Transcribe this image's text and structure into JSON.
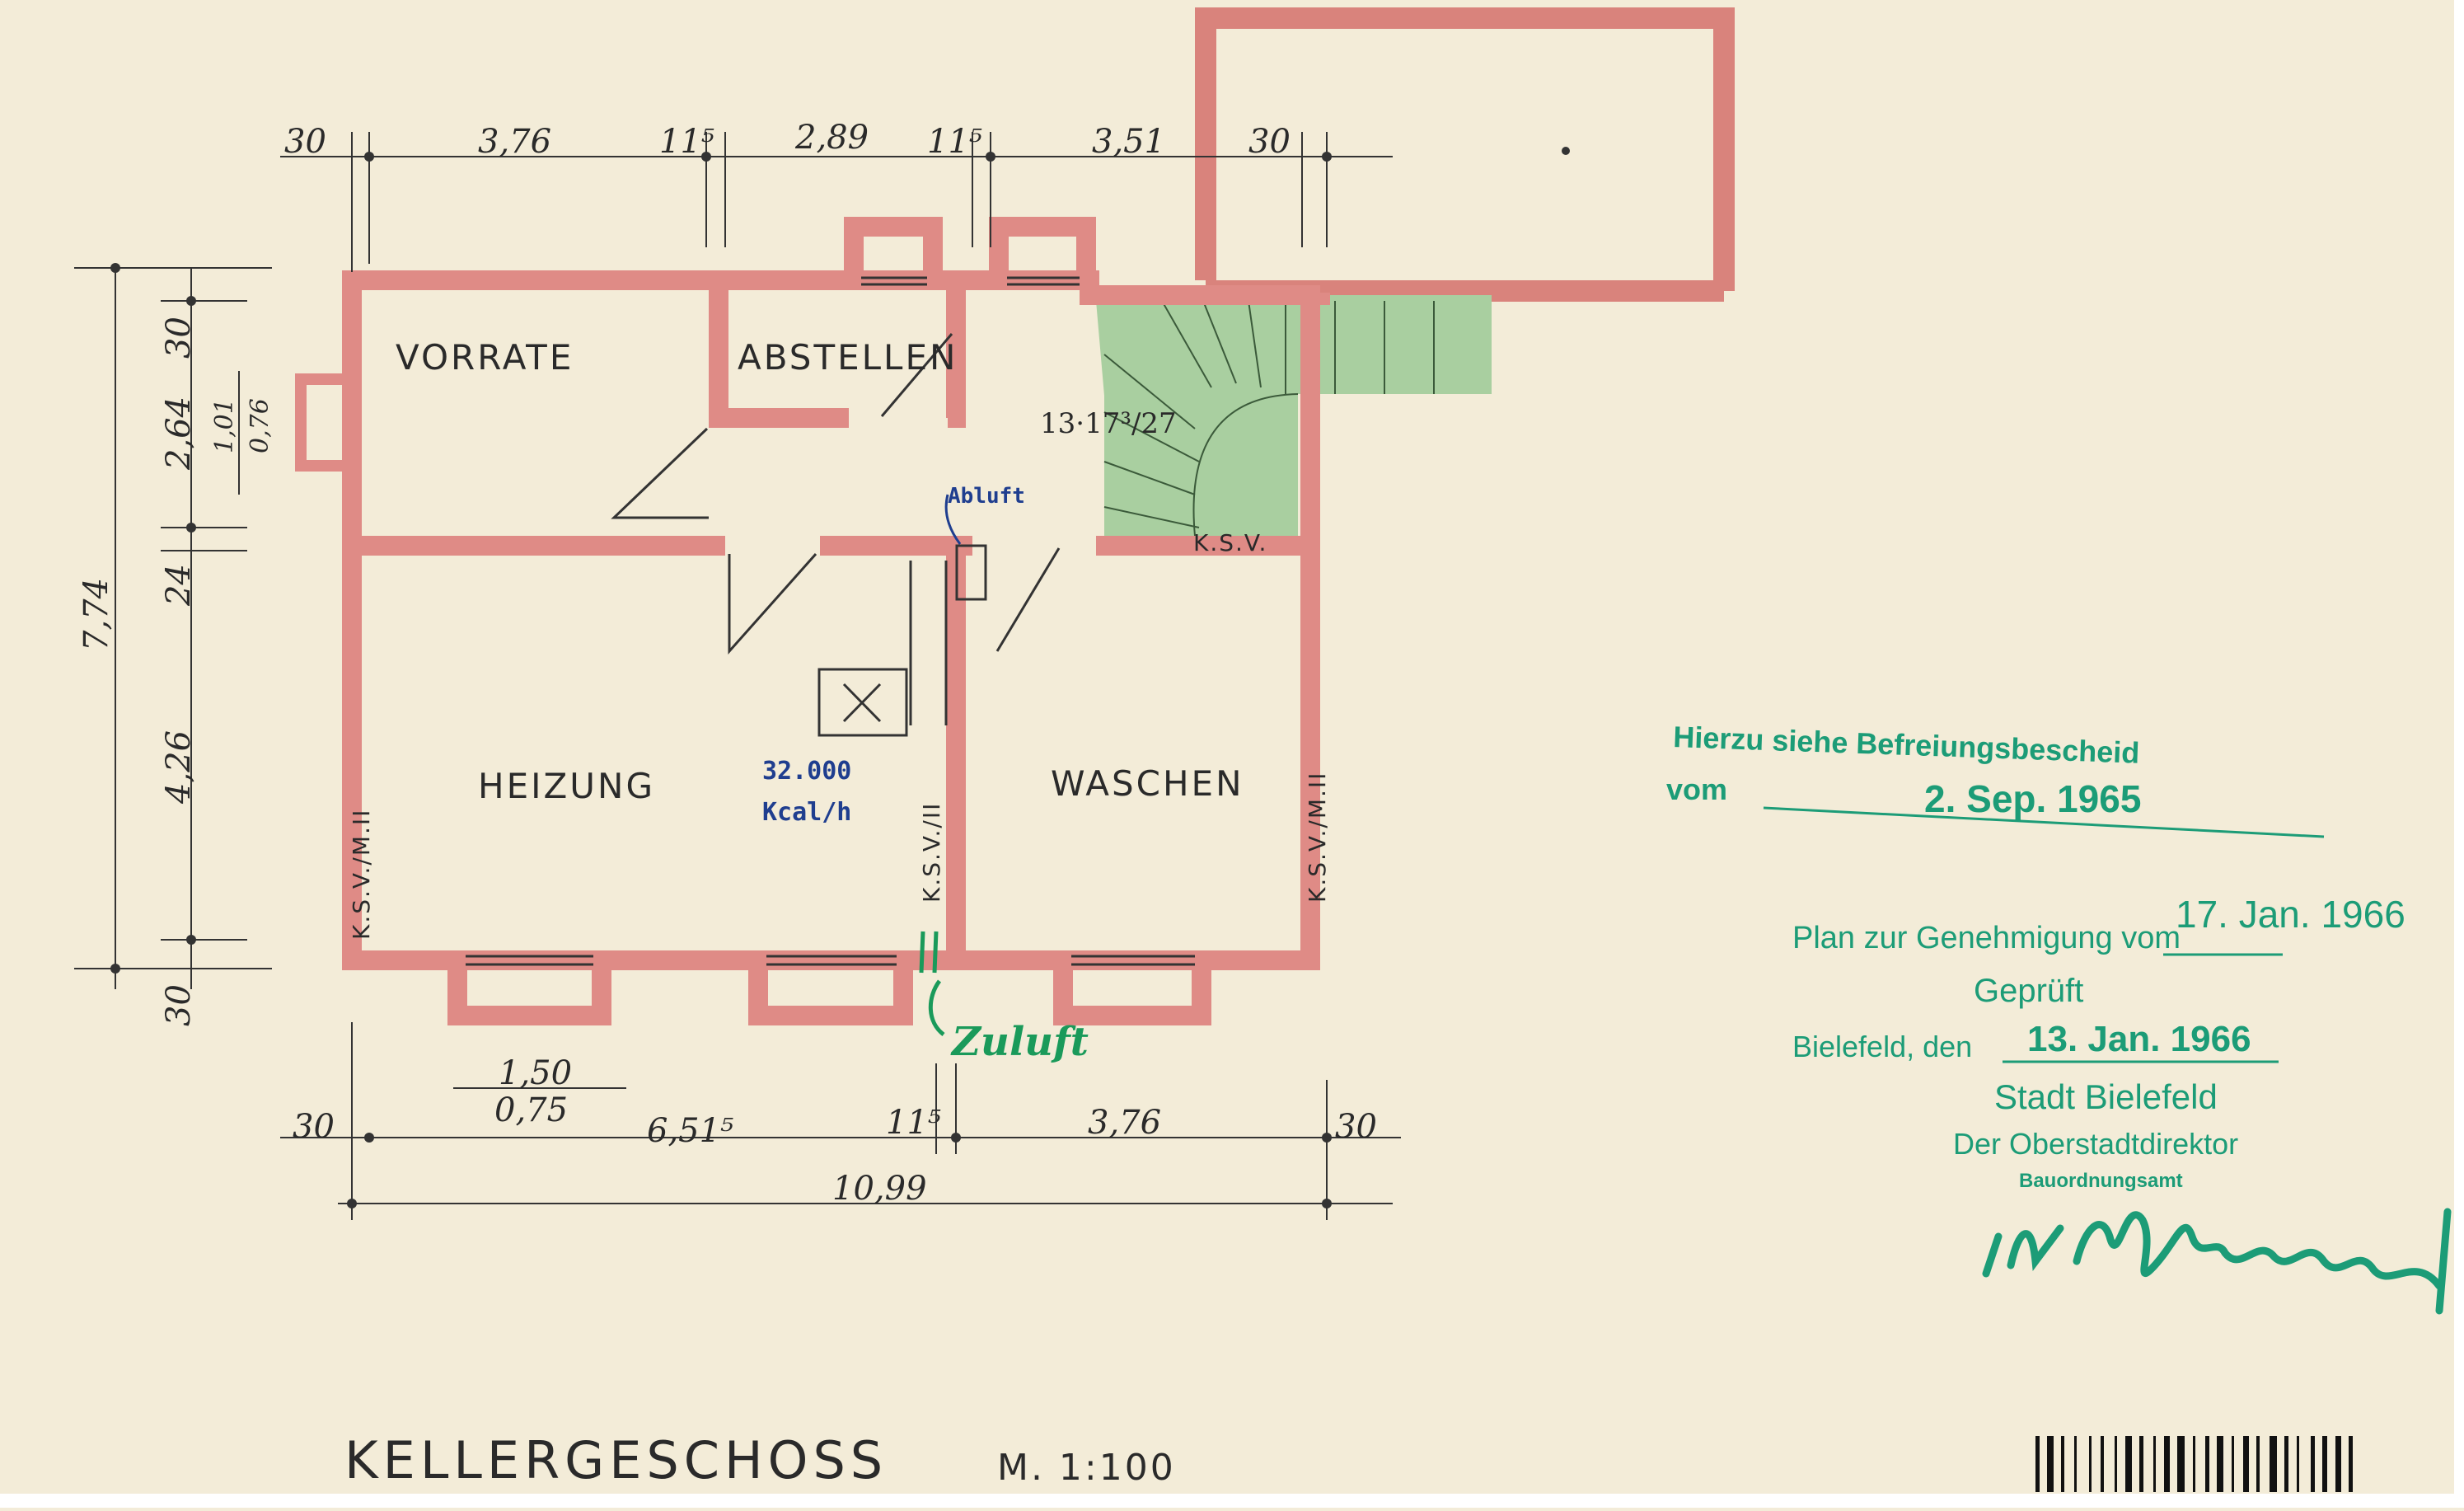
{
  "plan": {
    "title": "KELLERGESCHOSS",
    "scale": "M. 1:100",
    "rooms": {
      "vorrate": "VORRATE",
      "abstellen": "ABSTELLEN",
      "heizung": "HEIZUNG",
      "waschen": "WASCHEN"
    },
    "stair_label": "13·17³/27",
    "labels": {
      "ksv_left": "K.S.V./M.II",
      "ksv_mid": "K.S.V./II",
      "ksv_right": "K.S.V./M.II",
      "ksv_top": "K.S.V."
    },
    "annotations": {
      "abluft": "Abluft",
      "kcal_value": "32.000",
      "kcal_unit": "Kcal/h",
      "zuluft": "Zuluft"
    },
    "dims_top": [
      "30",
      "3,76",
      "11⁵",
      "2,89",
      "11⁵",
      "3,51",
      "30"
    ],
    "dims_left": [
      "7,74",
      "30",
      "2,64",
      "1,01",
      "0,76",
      "24",
      "4,26",
      "30"
    ],
    "dims_bottom": [
      "30",
      "1,50",
      "0,75",
      "6,51⁵",
      "11⁵",
      "3,76",
      "30",
      "10,99"
    ]
  },
  "stamps": {
    "befreiung_line": "Hierzu siehe Befreiungsbescheid",
    "vom_label": "vom",
    "vom_date": "2. Sep. 1965",
    "plan_zur": "Plan zur Genehmigung vom",
    "plan_date": "17. Jan. 1966",
    "geprueft": "Geprüft",
    "bielefeld_den": "Bielefeld, den",
    "bielefeld_date": "13. Jan. 1966",
    "stadt": "Stadt Bielefeld",
    "oberstadtdirektor": "Der Oberstadtdirektor",
    "bauordnungsamt": "Bauordnungsamt"
  },
  "colors": {
    "paper": "#f3ecd8",
    "wall": "#df8b86",
    "stair": "#a9cfa0",
    "stamp": "#1c9c77",
    "blue_ink": "#1f3e8f"
  }
}
